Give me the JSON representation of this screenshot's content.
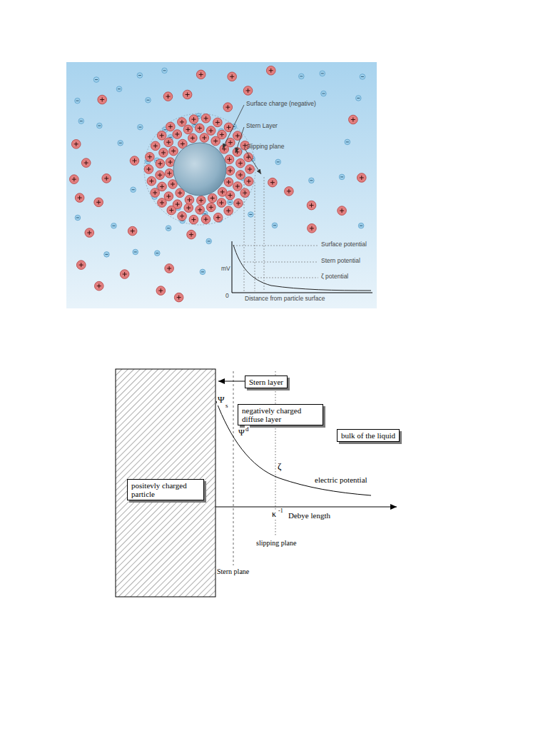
{
  "diagram": {
    "nodes": [
      {
        "text": [
          "Stern layer"
        ]
      },
      {
        "text": [
          "negatively charged diffuse layer"
        ]
      },
      {
        "text": [
          "bulk of the liquid"
        ]
      },
      {
        "text": [
          "positevly charged particle"
        ]
      }
    ],
    "labels": [
      "Surface charge (negative)",
      "Stern Layer",
      "Slipping plane",
      "Surface potential",
      "Stern potential",
      "ζ potential",
      "mV",
      "0",
      "Distance from particle surface",
      "Ψ",
      "s",
      "Ψ",
      "d",
      "ζ",
      "electric potential",
      "κ",
      "-1",
      "Debye length",
      "slipping plane",
      "Stern plane"
    ]
  }
}
